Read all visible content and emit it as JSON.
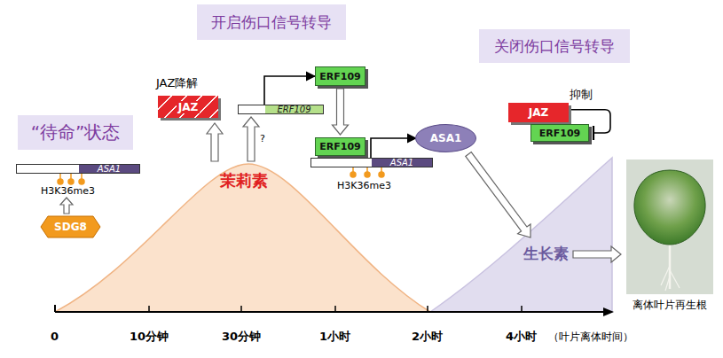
{
  "diagram": {
    "nodes": [
      {
        "text": [
          "开启伤口信号转导"
        ]
      },
      {
        "text": [
          "关闭伤口信号转导"
        ]
      },
      {
        "text": [
          "“待命”状态"
        ]
      },
      {
        "text": [
          "ASA1"
        ]
      },
      {
        "text": [
          "SDG8"
        ]
      },
      {
        "text": [
          "JAZ"
        ]
      },
      {
        "text": [
          "ERF109"
        ]
      },
      {
        "text": [
          "ERF109"
        ]
      },
      {
        "text": [
          "ERF109"
        ]
      },
      {
        "text": [
          "ASA1"
        ]
      },
      {
        "text": [
          "ASA1"
        ]
      },
      {
        "text": [
          "JAZ"
        ]
      },
      {
        "text": [
          "ERF109"
        ]
      }
    ],
    "edges": [
      {
        "from": 6,
        "to": 7,
        "arrow": "to"
      },
      {
        "from": 7,
        "to": 8,
        "arrow": "to"
      },
      {
        "from": 9,
        "to": 10,
        "arrow": "to"
      },
      {
        "from": 11,
        "to": 12,
        "arrow": "to"
      }
    ],
    "labels": [
      "JAZ降解",
      "?",
      "茉莉素",
      "H3K36me3",
      "H3K36me3",
      "抑制",
      "生长素",
      "离体叶片再生根",
      "0",
      "10分钟",
      "30分钟",
      "1小时",
      "2小时",
      "4小时",
      "（叶片离体时间）"
    ]
  }
}
